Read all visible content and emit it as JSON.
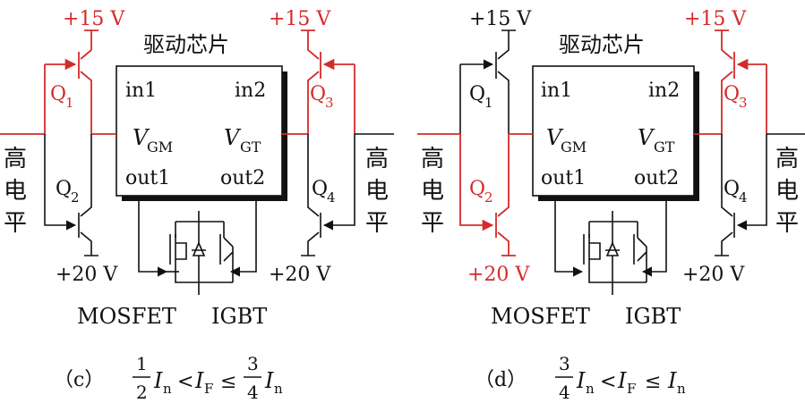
{
  "colors": {
    "active": "#d42b2b",
    "wire": "#111111"
  },
  "panels": [
    {
      "id": "c",
      "chip_title": "驱动芯片",
      "pins": {
        "in1": "in1",
        "in2": "in2",
        "vgm": "V",
        "vgm_sub": "GM",
        "vgt": "V",
        "vgt_sub": "GT",
        "out1": "out1",
        "out2": "out2"
      },
      "supply_top_left": "+15 V",
      "supply_top_right": "+15 V",
      "supply_bottom_left": "+20 V",
      "supply_bottom_right": "+20 V",
      "q1": "Q",
      "q1_sub": "1",
      "q2": "Q",
      "q2_sub": "2",
      "q3": "Q",
      "q3_sub": "3",
      "q4": "Q",
      "q4_sub": "4",
      "high_level_left": [
        "高",
        "电",
        "平"
      ],
      "high_level_right": [
        "高",
        "电",
        "平"
      ],
      "device_mosfet": "MOSFET",
      "device_igbt": "IGBT",
      "caption": {
        "tag": "（c）",
        "lhs_num": "1",
        "lhs_den": "2",
        "i_n": "I",
        "n_sub": "n",
        "lt": "<",
        "i_f": "I",
        "f_sub": "F",
        "le": "≤",
        "rhs_num": "3",
        "rhs_den": "4",
        "i_n2": "I",
        "n2_sub": "n"
      }
    },
    {
      "id": "d",
      "chip_title": "驱动芯片",
      "pins": {
        "in1": "in1",
        "in2": "in2",
        "vgm": "V",
        "vgm_sub": "GM",
        "vgt": "V",
        "vgt_sub": "GT",
        "out1": "out1",
        "out2": "out2"
      },
      "supply_top_left": "+15 V",
      "supply_top_right": "+15 V",
      "supply_bottom_left": "+20 V",
      "supply_bottom_right": "+20 V",
      "q1": "Q",
      "q1_sub": "1",
      "q2": "Q",
      "q2_sub": "2",
      "q3": "Q",
      "q3_sub": "3",
      "q4": "Q",
      "q4_sub": "4",
      "high_level_left": [
        "高",
        "电",
        "平"
      ],
      "high_level_right": [
        "高",
        "电",
        "平"
      ],
      "device_mosfet": "MOSFET",
      "device_igbt": "IGBT",
      "caption": {
        "tag": "（d）",
        "lhs_num": "3",
        "lhs_den": "4",
        "i_n": "I",
        "n_sub": "n",
        "lt": "<",
        "i_f": "I",
        "f_sub": "F",
        "le": "≤",
        "i_n2": "I",
        "n2_sub": "n"
      }
    }
  ]
}
